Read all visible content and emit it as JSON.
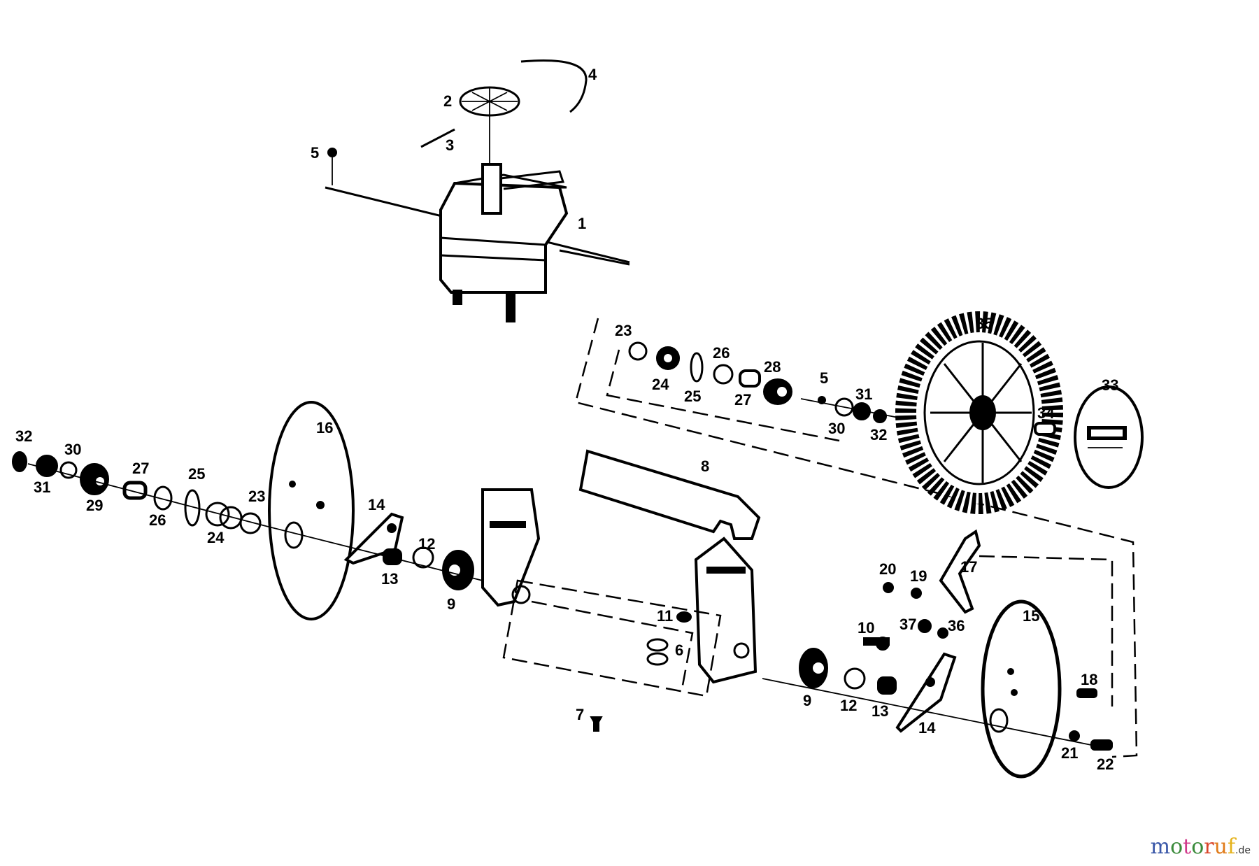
{
  "diagram": {
    "part_labels": [
      "1",
      "2",
      "3",
      "4",
      "5",
      "23",
      "24",
      "25",
      "26",
      "27",
      "28",
      "5",
      "31",
      "30",
      "32",
      "35",
      "34",
      "33",
      "32",
      "30",
      "31",
      "29",
      "27",
      "26",
      "25",
      "24",
      "23",
      "16",
      "14",
      "13",
      "12",
      "9",
      "8",
      "11",
      "6",
      "7",
      "9",
      "12",
      "13",
      "14",
      "10",
      "20",
      "19",
      "17",
      "37",
      "36",
      "15",
      "18",
      "21",
      "22"
    ]
  },
  "watermark": {
    "letters": [
      "m",
      "o",
      "t",
      "o",
      "r",
      "u",
      "f"
    ],
    "letter_colors": [
      "#3a57a8",
      "#3a8a3a",
      "#d13c8c",
      "#3a8a3a",
      "#d9462a",
      "#e07b1a",
      "#e5b21a"
    ],
    "suffix": ".de"
  }
}
